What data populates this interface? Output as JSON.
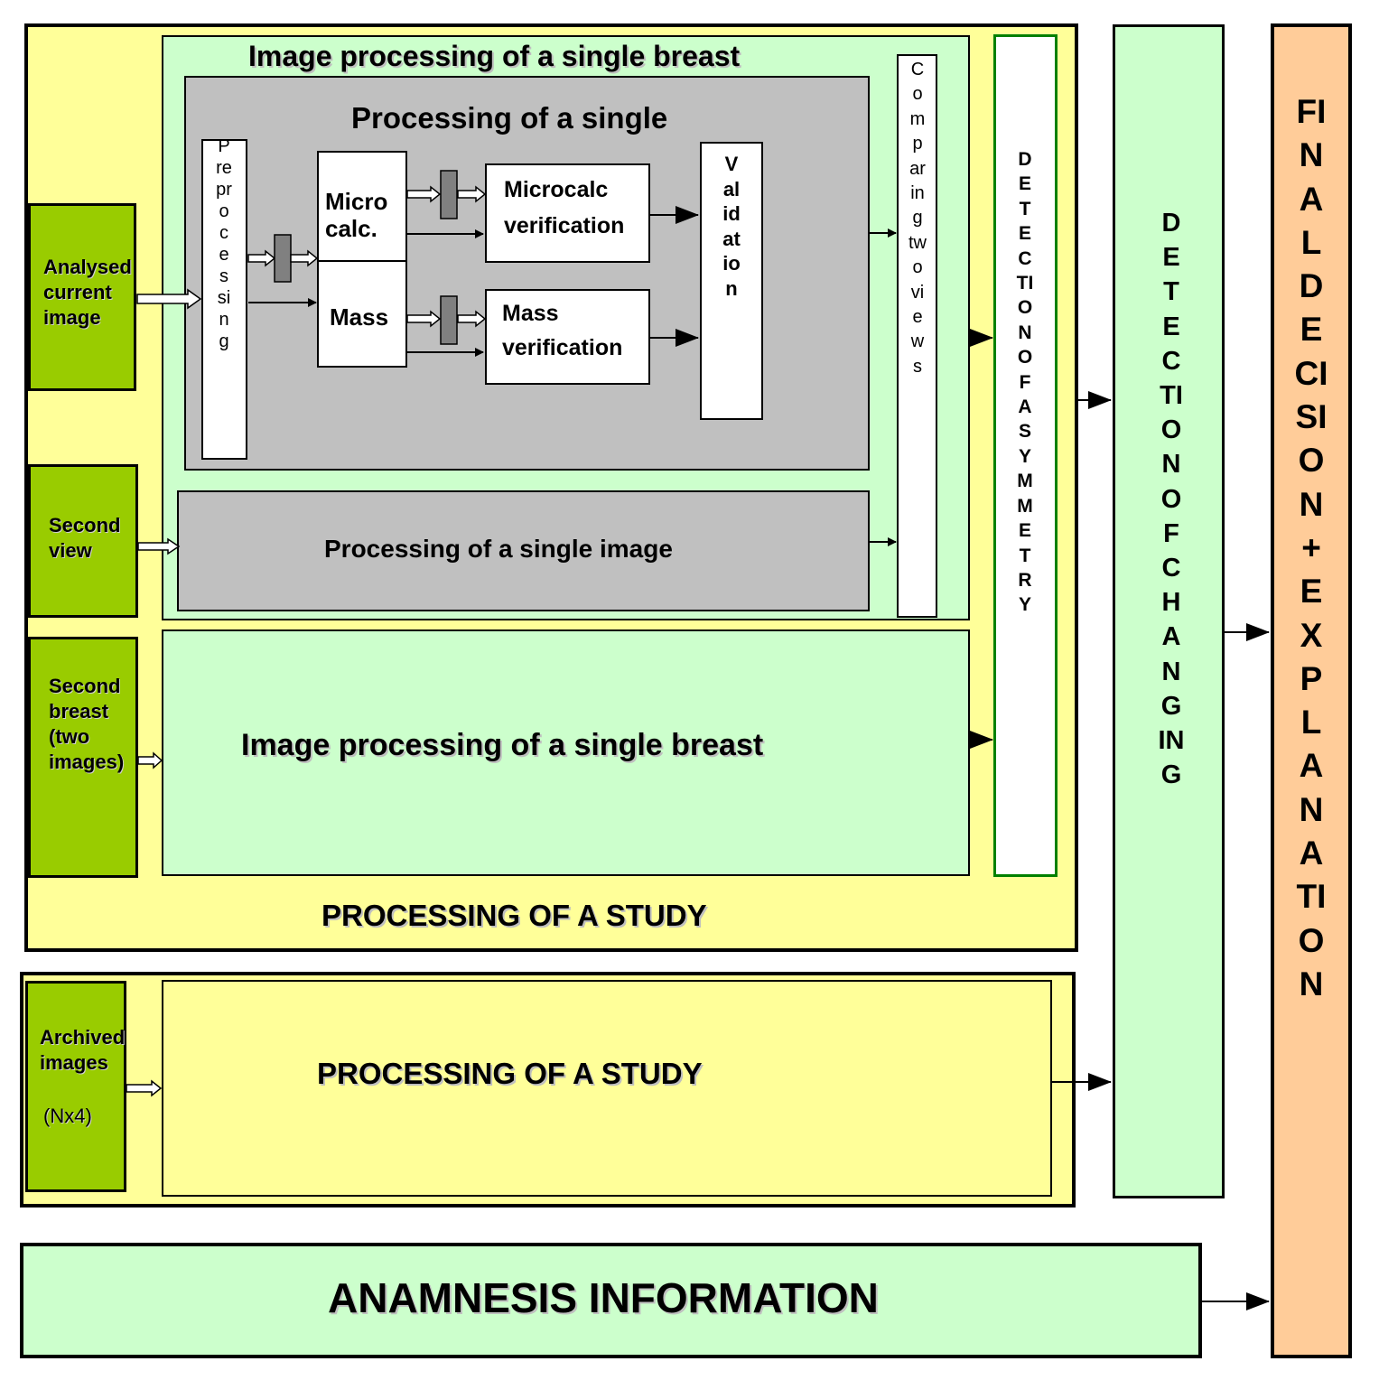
{
  "study": {
    "title": "PROCESSING OF A STUDY"
  },
  "breast": {
    "title": "Image processing of a single breast"
  },
  "single": {
    "title": "Processing of a single",
    "preprocessing": "Preprocessing",
    "microcalc": "Micro calc.",
    "mass": "Mass",
    "microcalc_verification": "Microcalc verification",
    "mass_verification": "Mass verification",
    "validation": "Validation"
  },
  "second_view_processing": {
    "title": "Processing of a single image"
  },
  "comparing": {
    "label": "Comparing two views"
  },
  "asymmetry": {
    "label": "DETECTION OF ASYMMETRY"
  },
  "inputs": {
    "analysed": "Analysed current image",
    "second_view": "Second view",
    "second_breast": "Second breast (two images)",
    "archived": "Archived images",
    "archived_count": "(Nx4)"
  },
  "second_breast_block": {
    "title": "Image processing of a single breast"
  },
  "archived_study": {
    "title": "PROCESSING OF A STUDY"
  },
  "changing": {
    "label": "DETECTION OF CHANGING"
  },
  "final": {
    "label": "FINAL DECISION+EXPLANATION"
  },
  "anamnesis": {
    "title": "ANAMNESIS INFORMATION"
  },
  "colors": {
    "yellow": "#ffff99",
    "mint": "#ccffcc",
    "grey": "#c0c0c0",
    "lime": "#99cc00",
    "orange": "#ffcc99",
    "asymmetry_border": "#008000"
  }
}
